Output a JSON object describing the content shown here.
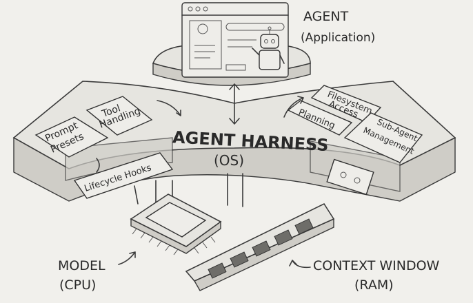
{
  "agent": {
    "title": "AGENT",
    "subtitle": "(Application)"
  },
  "harness": {
    "title": "AGENT HARNESS",
    "subtitle": "(OS)"
  },
  "left_modules": [
    {
      "line1": "Prompt",
      "line2": "Presets"
    },
    {
      "line1": "Tool",
      "line2": "Handling"
    },
    {
      "line1": "Lifecycle Hooks",
      "line2": ""
    }
  ],
  "right_modules": [
    {
      "line1": "Filesystem",
      "line2": "Access"
    },
    {
      "line1": "Planning",
      "line2": ""
    },
    {
      "line1": "Sub-Agent",
      "line2": "Management"
    }
  ],
  "model": {
    "title": "MODEL",
    "subtitle": "(CPU)"
  },
  "context": {
    "title": "CONTEXT WINDOW",
    "subtitle": "(RAM)"
  }
}
